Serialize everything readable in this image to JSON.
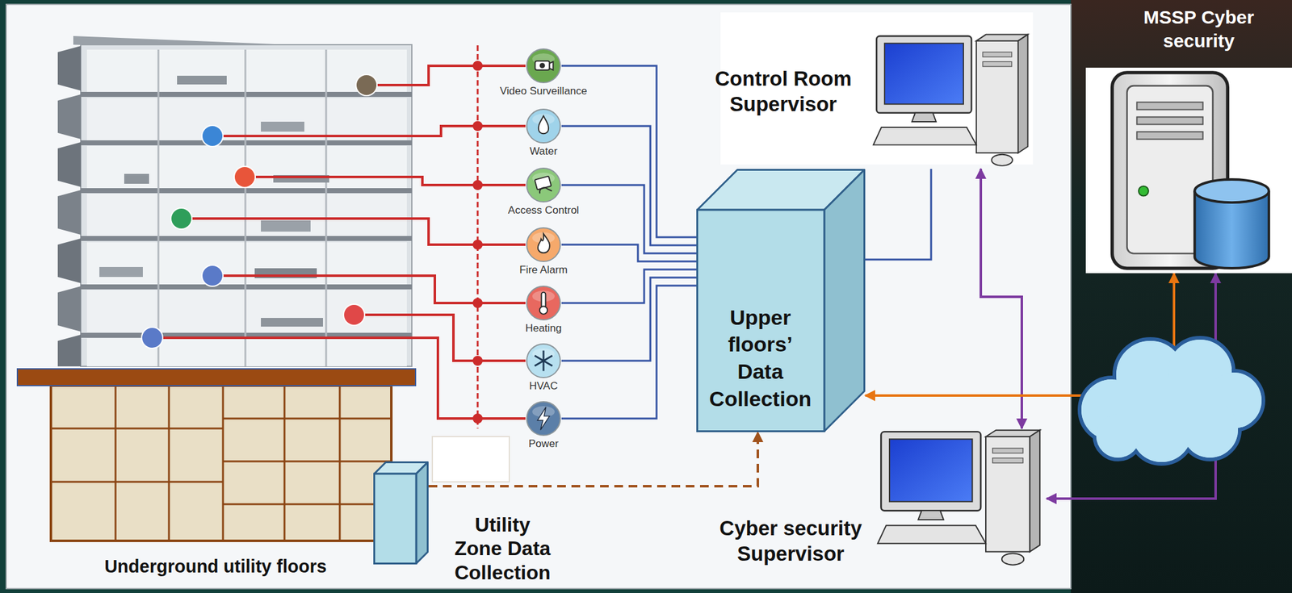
{
  "diagram": {
    "nodes": [
      {
        "text": [
          "MSSP Cyber security"
        ]
      },
      {
        "text": [
          "Control Room Supervisor"
        ]
      },
      {
        "text": [
          "Video Surveillance"
        ]
      },
      {
        "text": [
          "Water"
        ]
      },
      {
        "text": [
          "Access Control"
        ]
      },
      {
        "text": [
          "Fire Alarm"
        ]
      },
      {
        "text": [
          "Heating"
        ]
      },
      {
        "text": [
          "HVAC"
        ]
      },
      {
        "text": [
          "Power"
        ]
      },
      {
        "text": [
          "Upper floors’ Data Collection"
        ]
      },
      {
        "text": [
          "Underground utility floors"
        ]
      },
      {
        "text": [
          "Utility Zone Data Collection"
        ]
      },
      {
        "text": [
          "Cyber security Supervisor"
        ]
      }
    ],
    "edges": [
      {
        "from": 2,
        "to": 9,
        "arrow": "none"
      },
      {
        "from": 3,
        "to": 9,
        "arrow": "none"
      },
      {
        "from": 4,
        "to": 9,
        "arrow": "none"
      },
      {
        "from": 5,
        "to": 9,
        "arrow": "none"
      },
      {
        "from": 6,
        "to": 9,
        "arrow": "none"
      },
      {
        "from": 7,
        "to": 9,
        "arrow": "none"
      },
      {
        "from": 8,
        "to": 9,
        "arrow": "none"
      },
      {
        "from": 9,
        "to": 1,
        "arrow": "none"
      },
      {
        "from": 1,
        "to": 12,
        "arrow": "both"
      },
      {
        "from": 0,
        "to": 9,
        "arrow": "both"
      },
      {
        "from": 0,
        "to": 12,
        "arrow": "both"
      },
      {
        "from": 11,
        "to": 9,
        "arrow": "to"
      }
    ]
  }
}
